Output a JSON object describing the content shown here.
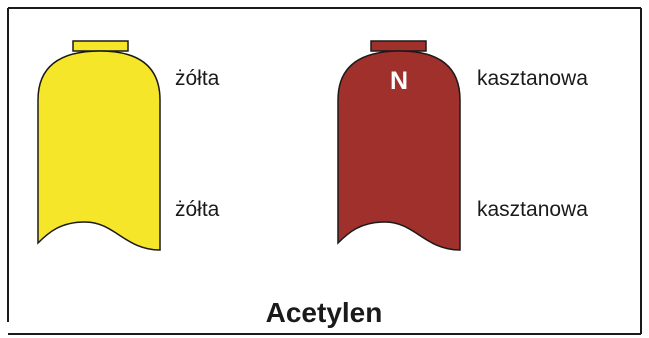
{
  "title": "Acetylen",
  "colors": {
    "frame": "#1a1a1a",
    "background": "#ffffff",
    "yellow": "#f5e62a",
    "maroon": "#a0302b",
    "marking_text": "#ffffff"
  },
  "cylinders": [
    {
      "body_color_name": "yellow",
      "marking": "",
      "shoulder_label": "żółta",
      "body_label": "żółta"
    },
    {
      "body_color_name": "maroon",
      "marking": "N",
      "shoulder_label": "kasztanowa",
      "body_label": "kasztanowa"
    }
  ]
}
